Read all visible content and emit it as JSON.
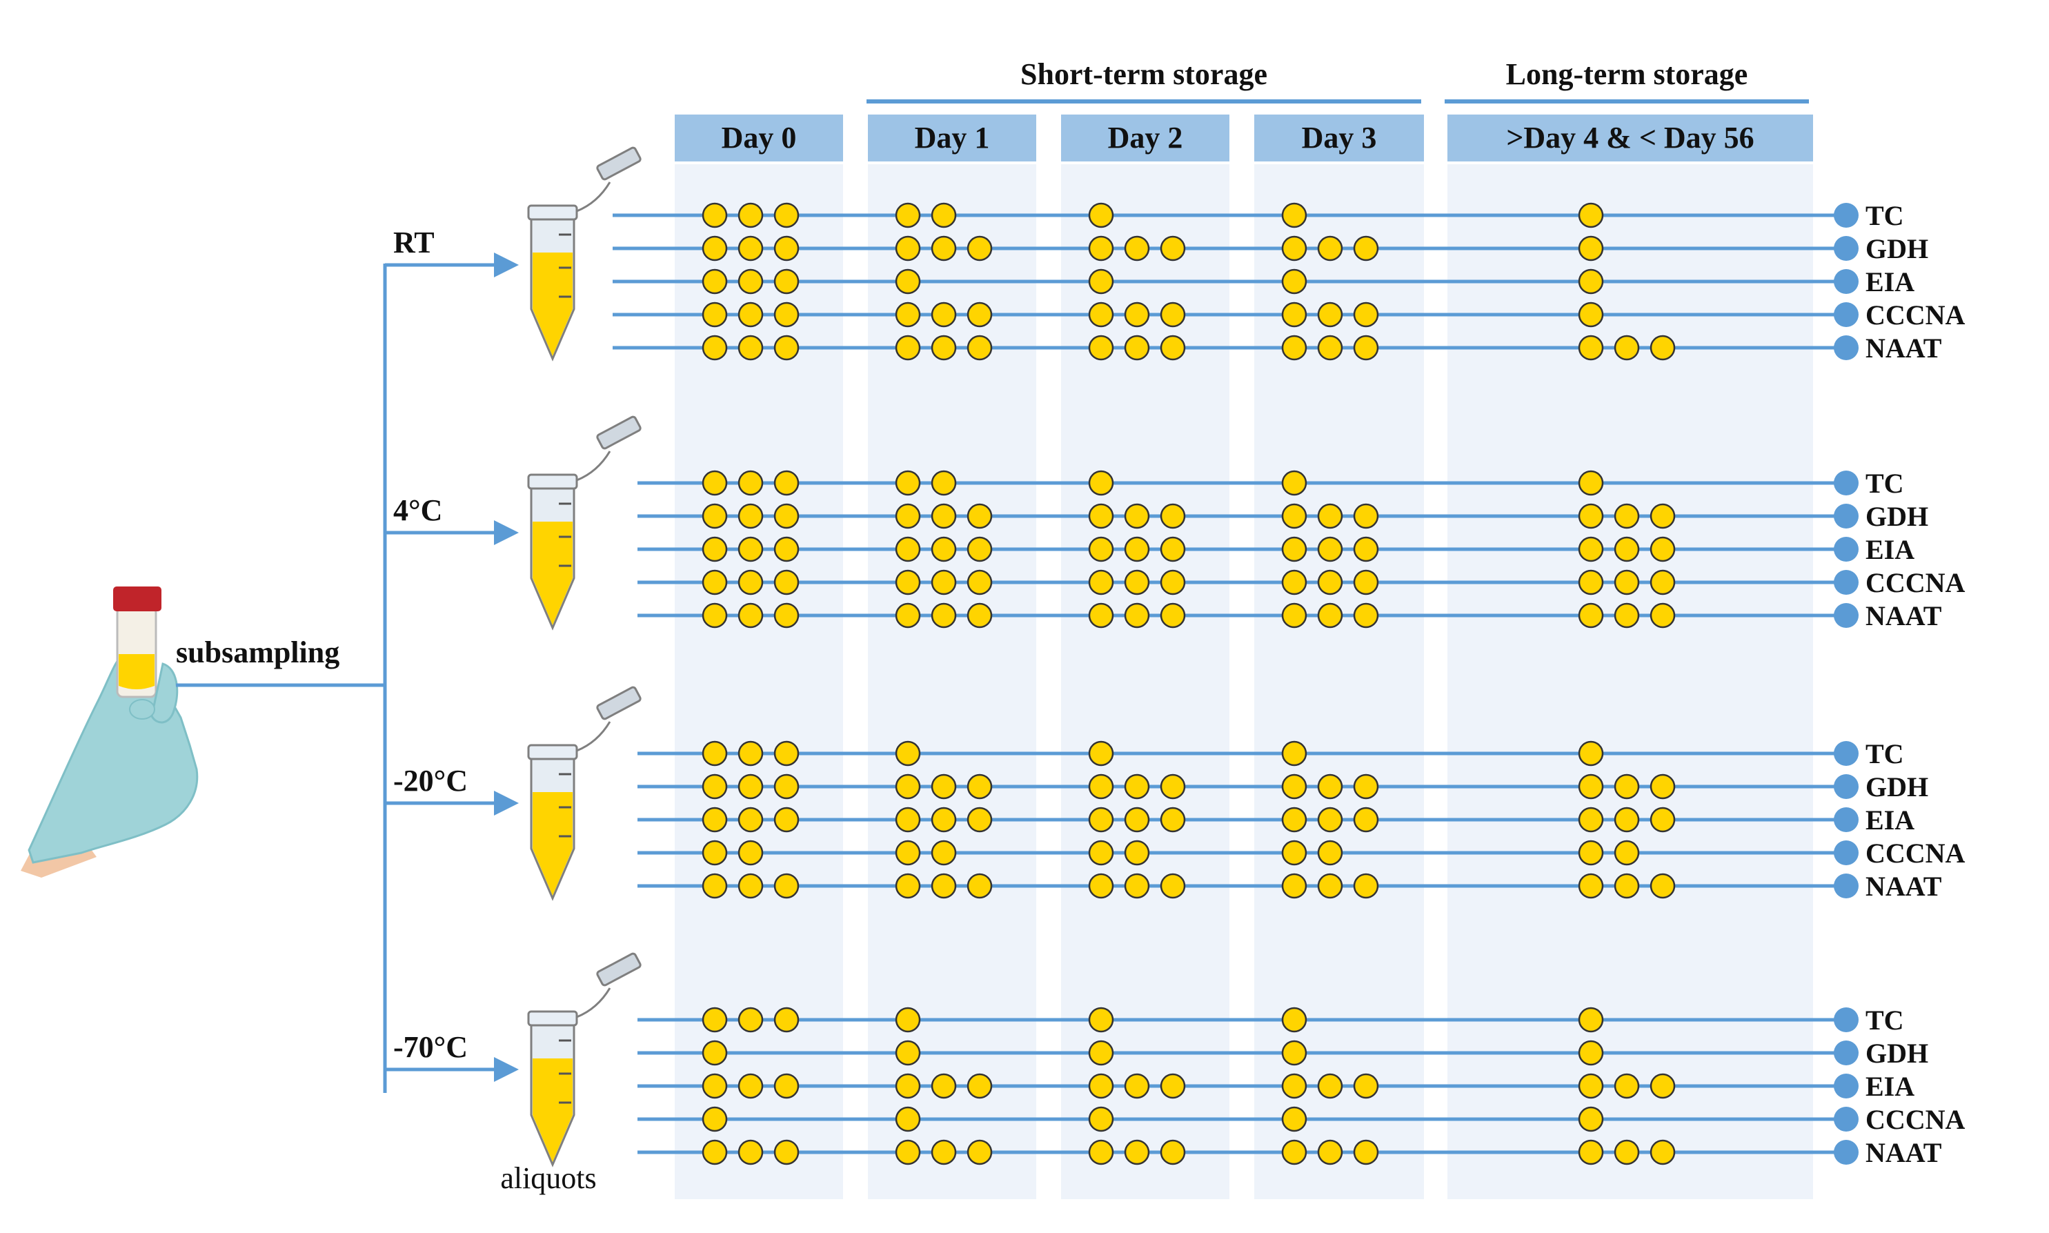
{
  "header": {
    "short_term_label": "Short-term storage",
    "long_term_label": "Long-term storage",
    "columns": [
      "Day 0",
      "Day 1",
      "Day 2",
      "Day 3",
      ">Day 4 & < Day 56"
    ]
  },
  "labels": {
    "subsampling": "subsampling",
    "aliquots": "aliquots"
  },
  "tests": [
    "TC",
    "GDH",
    "EIA",
    "CCCNA",
    "NAAT"
  ],
  "conditions": [
    {
      "temperature": "RT",
      "dots": [
        [
          3,
          2,
          1,
          1,
          1
        ],
        [
          3,
          3,
          3,
          3,
          1
        ],
        [
          3,
          1,
          1,
          1,
          1
        ],
        [
          3,
          3,
          3,
          3,
          1
        ],
        [
          3,
          3,
          3,
          3,
          3
        ]
      ]
    },
    {
      "temperature": "4°C",
      "dots": [
        [
          3,
          2,
          1,
          1,
          1
        ],
        [
          3,
          3,
          3,
          3,
          3
        ],
        [
          3,
          3,
          3,
          3,
          3
        ],
        [
          3,
          3,
          3,
          3,
          3
        ],
        [
          3,
          3,
          3,
          3,
          3
        ]
      ]
    },
    {
      "temperature": "-20°C",
      "dots": [
        [
          3,
          1,
          1,
          1,
          1
        ],
        [
          3,
          3,
          3,
          3,
          3
        ],
        [
          3,
          3,
          3,
          3,
          3
        ],
        [
          2,
          2,
          2,
          2,
          2
        ],
        [
          3,
          3,
          3,
          3,
          3
        ]
      ]
    },
    {
      "temperature": "-70°C",
      "dots": [
        [
          3,
          1,
          1,
          1,
          1
        ],
        [
          1,
          1,
          1,
          1,
          1
        ],
        [
          3,
          3,
          3,
          3,
          3
        ],
        [
          1,
          1,
          1,
          1,
          1
        ],
        [
          3,
          3,
          3,
          3,
          3
        ]
      ]
    }
  ],
  "colors": {
    "line": "#5b9bd5",
    "header_fill": "#9dc3e6",
    "column_fill": "#eef3fa",
    "dot_fill": "#ffd400",
    "dot_stroke": "#333333",
    "glove": "#9fd3d8",
    "tube_liquid": "#ffd400",
    "tube_cap": "#c0242a"
  },
  "icons": [
    "gloved-hand-holding-container-icon",
    "microtube-icon",
    "arrow-icon",
    "end-dot-icon"
  ]
}
